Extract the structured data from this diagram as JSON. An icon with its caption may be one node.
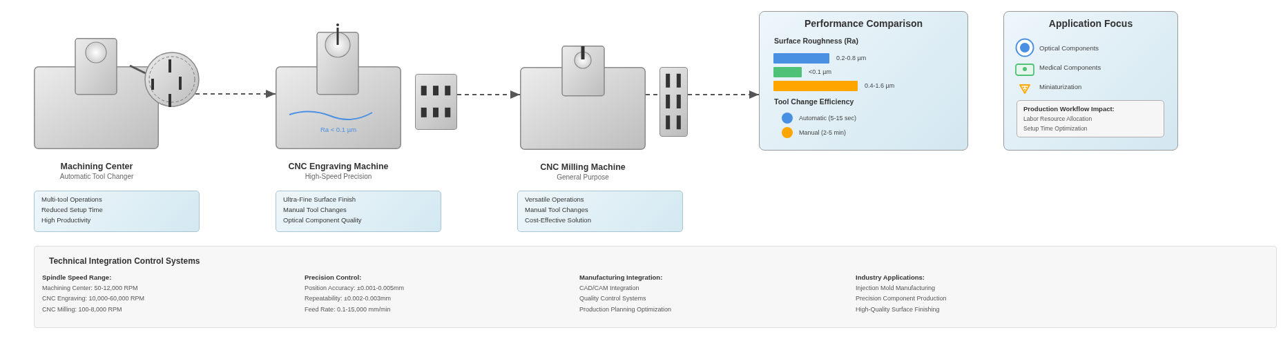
{
  "diagram": {
    "nodes": [
      {
        "text": [],
        "shape": "picture",
        "beside": [
          "Machining Center",
          "Automatic Tool Changer"
        ]
      },
      {
        "text": [],
        "shape": "circle"
      },
      {
        "text": [
          "Multi-tool Operations",
          "Reduced Setup Time",
          "High Productivity"
        ]
      },
      {
        "text": [
          "Ra < 0.1 µm"
        ],
        "beside": [
          "CNC Engraving Machine",
          "High-Speed Precision"
        ]
      },
      {
        "text": [],
        "shape": "box"
      },
      {
        "text": [
          "Ultra-Fine Surface Finish",
          "Manual Tool Changes",
          "Optical Component Quality"
        ]
      },
      {
        "text": [],
        "shape": "picture",
        "beside": [
          "CNC Milling Machine",
          "General Purpose"
        ]
      },
      {
        "text": [],
        "shape": "box"
      },
      {
        "text": [
          "Versatile Operations",
          "Manual Tool Changes",
          "Cost-Effective Solution"
        ]
      },
      {
        "text": [
          "Performance Comparison",
          "Surface Roughness (Ra)",
          "0.2-0.8 µm",
          "<0.1 µm",
          "0.4-1.6 µm",
          "Tool Change Efficiency"
        ]
      },
      {
        "text": [
          "Application Focus",
          "Optical Components",
          "Medical Components",
          "Miniaturization"
        ]
      },
      {
        "text": [
          "Production Workflow Impact:",
          "Labor Resource Allocation",
          "Setup Time Optimization"
        ],
        "in": 10
      },
      {
        "text": [
          "Technical Integration Control Systems",
          "Spindle Speed Range:",
          "Machining Center: 50-12,000 RPM",
          "CNC Engraving: 10,000-60,000 RPM",
          "CNC Milling: 100-8,000 RPM",
          "Precision Control:",
          "Position Accuracy: ±0.001-0.005mm",
          "Repeatability: ±0.002-0.003mm",
          "Feed Rate: 0.1-15,000 mm/min",
          "Manufacturing Integration:",
          "CAD/CAM Integration",
          "Quality Control Systems",
          "Production Planning Optimization",
          "Industry Applications:",
          "Injection Mold Manufacturing",
          "Precision Component Production",
          "High-Quality Surface Finishing"
        ]
      }
    ],
    "edges": [
      {
        "from": 1,
        "to": 3,
        "arrow": "to",
        "style": "dashed"
      },
      {
        "from": 4,
        "to": 6,
        "arrow": "to",
        "style": "dashed"
      },
      {
        "from": 6,
        "to": 7,
        "arrow": "none",
        "style": "dashed"
      },
      {
        "from": 7,
        "to": 9,
        "arrow": "to",
        "style": "dashed"
      }
    ],
    "legend": [
      {
        "text": "Automatic (5-15 sec)",
        "color": "#4a90e2"
      },
      {
        "text": "Manual (2-5 min)",
        "color": "#ffa500"
      }
    ]
  }
}
